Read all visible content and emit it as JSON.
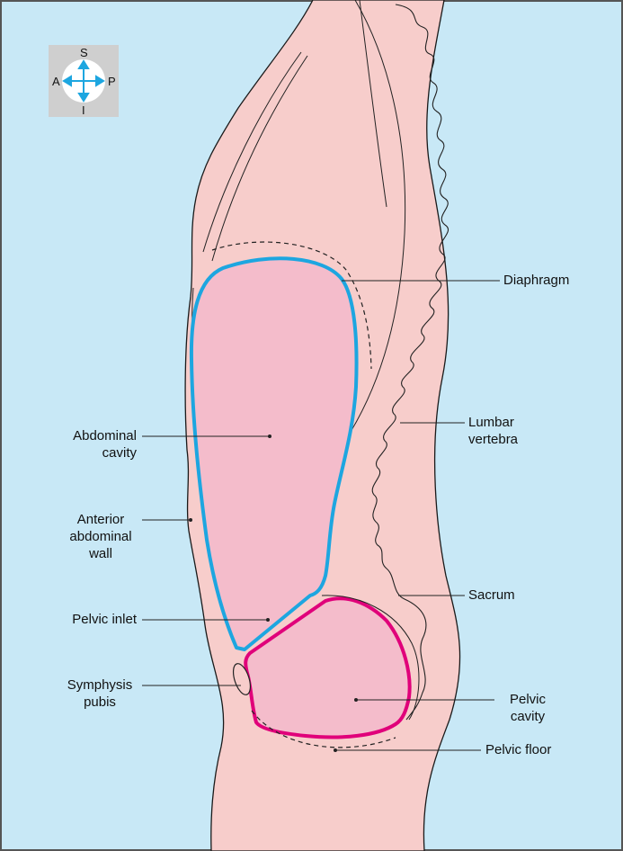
{
  "colors": {
    "background": "#c8e8f6",
    "body": "#f7cdcb",
    "cavity": "#f4bccb",
    "abdominal_outline": "#1da6e0",
    "pelvic_outline": "#e0007a",
    "line": "#222222",
    "compass_bg": "#cfcfcf",
    "compass_arrow": "#1da6e0"
  },
  "compass": {
    "superior": "S",
    "inferior": "I",
    "anterior": "A",
    "posterior": "P"
  },
  "labels": {
    "diaphragm": "Diaphragm",
    "lumbar_vertebra": [
      "Lumbar",
      "vertebra"
    ],
    "abdominal_cavity": [
      "Abdominal",
      "cavity"
    ],
    "anterior_abdominal_wall": [
      "Anterior",
      "abdominal",
      "wall"
    ],
    "sacrum": "Sacrum",
    "pelvic_inlet": "Pelvic inlet",
    "pelvic_cavity": [
      "Pelvic",
      "cavity"
    ],
    "symphysis_pubis": [
      "Symphysis",
      "pubis"
    ],
    "pelvic_floor": "Pelvic floor"
  }
}
